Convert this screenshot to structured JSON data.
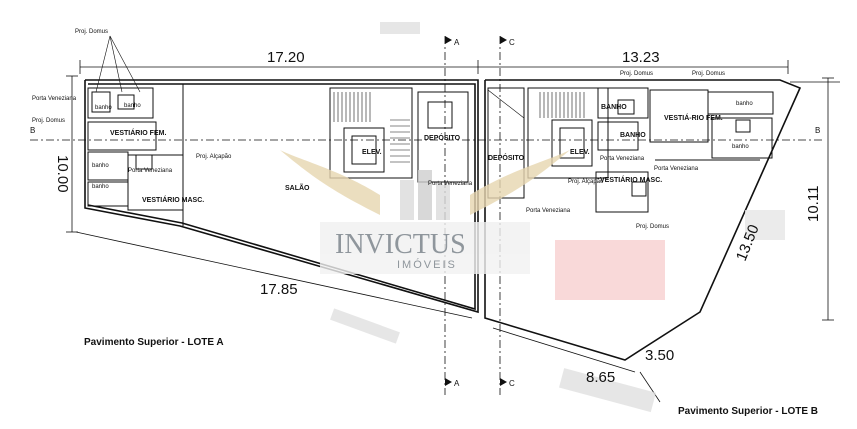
{
  "dimensions": {
    "lot_a_width": "17.20",
    "lot_b_width": "13.23",
    "left_height": "10.00",
    "right_height": "10.11",
    "diagonal_right": "13.50",
    "bottom_a": "17.85",
    "bottom_b": "8.65",
    "corner": "3.50"
  },
  "section_marks": {
    "a": "A",
    "b": "B",
    "c": "C"
  },
  "rooms_a": {
    "proj_domus_top": "Proj. Domus",
    "proj_domus_left": "Proj. Domus",
    "porta_veneziana": "Porta Veneziana",
    "banho": "banho",
    "vestiario_fem": "VESTIÁRIO FEM.",
    "vestiario_masc": "VESTIÁRIO MASC.",
    "proj_alcapao": "Proj. Alçapão",
    "salao": "SALÃO",
    "elev": "ELEV.",
    "deposito": "DEPÓSITO"
  },
  "rooms_b": {
    "proj_domus_1": "Proj. Domus",
    "proj_domus_2": "Proj. Domus",
    "proj_domus_3": "Proj. Domus",
    "banho": "BANHO",
    "banho2": "banho",
    "vestiario_fem": "VESTIÁ-RIO FEM.",
    "vestiario_masc": "VESTIÁRIO MASC.",
    "elev": "ELEV.",
    "deposito": "DEPÓSITO",
    "porta_veneziana": "Porta Veneziana",
    "proj_alcapao": "Proj. Alçapão"
  },
  "captions": {
    "lote_a": "Pavimento Superior - LOTE A",
    "lote_b": "Pavimento Superior - LOTE B"
  },
  "watermark": {
    "brand": "INVICTUS",
    "sub": "IMÓVEIS"
  },
  "colors": {
    "line": "#111111",
    "watermark": "#8f969c",
    "wing": "#e7d7b0",
    "blur_red": "#e87a7a"
  }
}
